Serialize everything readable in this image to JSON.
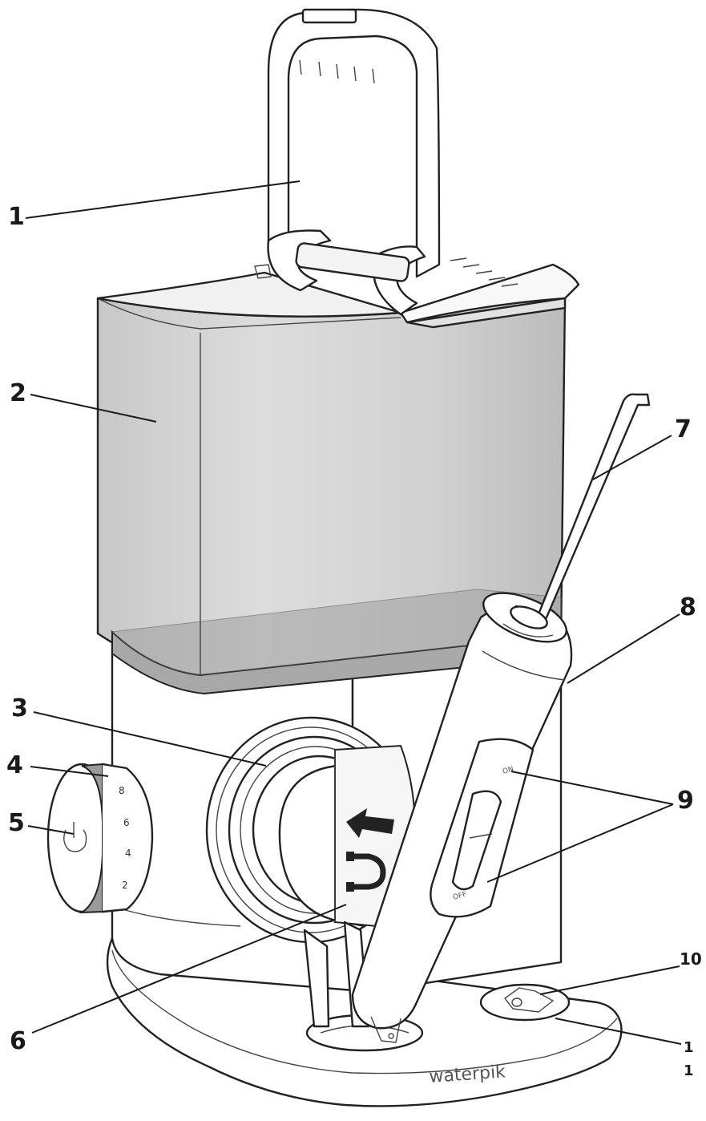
{
  "callouts": [
    {
      "id": "1",
      "label": "1"
    },
    {
      "id": "2",
      "label": "2"
    },
    {
      "id": "3",
      "label": "3"
    },
    {
      "id": "4",
      "label": "4"
    },
    {
      "id": "5",
      "label": "5"
    },
    {
      "id": "6",
      "label": "6"
    },
    {
      "id": "7",
      "label": "7"
    },
    {
      "id": "8",
      "label": "8"
    },
    {
      "id": "9",
      "label": "9"
    },
    {
      "id": "10",
      "label": "10"
    },
    {
      "id": "11a",
      "label": "1"
    },
    {
      "id": "11b",
      "label": "1"
    }
  ],
  "dial": {
    "numbers": [
      "8",
      "6",
      "4",
      "2"
    ]
  },
  "handle_switch": {
    "on": "ON",
    "off": "OFF"
  },
  "brand": {
    "logo_text": "waterpik"
  },
  "colors": {
    "reservoir_fill": "#d4d4d4",
    "reservoir_bottom": "#a9a9a9",
    "outline": "#222222",
    "body_fill": "#ffffff"
  }
}
